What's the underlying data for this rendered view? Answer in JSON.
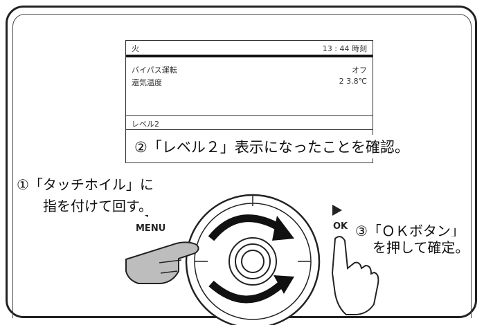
{
  "screen": {
    "day": "火",
    "clock": "13 : 44 時刻",
    "rows": [
      {
        "label": "バイパス運転",
        "value": "オフ"
      },
      {
        "label": "還気温度",
        "value": "2 3.8℃"
      }
    ],
    "level": "レベル2"
  },
  "buttons": {
    "menu": "MENU",
    "ok": "OK"
  },
  "callouts": {
    "step1_line1": "①「タッチホイル」に",
    "step1_line2": "指を付けて回す。",
    "step2": "②「レベル２」表示になったことを確認。",
    "step3_line1": "③「ＯＫボタン」",
    "step3_line2": "を押して確定。"
  }
}
